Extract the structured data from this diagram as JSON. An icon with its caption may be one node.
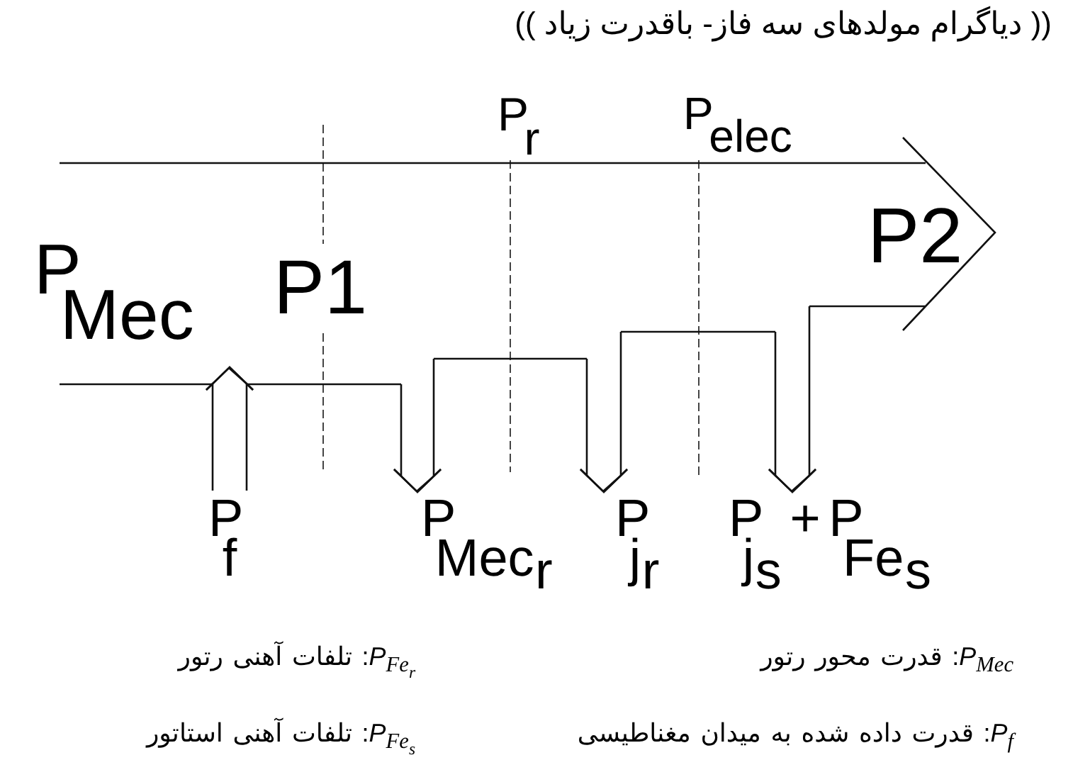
{
  "diagram": {
    "title": "(( دیاگرام مولدهای سه فاز- باقدرت زیاد ))",
    "nodes": [
      {
        "text": [
          "P$_{Mec}$",
          "P1",
          "P$_{r}$",
          "P$_{elec}$",
          "P2"
        ]
      },
      {
        "text": [
          "P$_{f}$"
        ]
      },
      {
        "text": [
          "P$_{Mec}$$_{r}$"
        ]
      },
      {
        "text": [
          "P$_{j}$$_{r}$"
        ]
      },
      {
        "text": [
          "P$_{j}$$_{s}$ + P$_{Fe}$$_{s}$"
        ]
      }
    ],
    "edges": [
      {
        "from": 1,
        "to": 0,
        "arrow": "to"
      },
      {
        "from": 0,
        "to": 2,
        "arrow": "to"
      },
      {
        "from": 0,
        "to": 3,
        "arrow": "to"
      },
      {
        "from": 0,
        "to": 4,
        "arrow": "to"
      }
    ],
    "labels": [
      "*P*$_{Mec}$: قدرت محور رتور",
      "*P*$_{Fe}$$_{r}$: تلفات آهنی رتور",
      "*P*$_{f}$: قدرت داده شده به میدان مغناطیسی",
      "*P*$_{Fe}$$_{s}$: تلفات آهنی استاتور"
    ]
  }
}
